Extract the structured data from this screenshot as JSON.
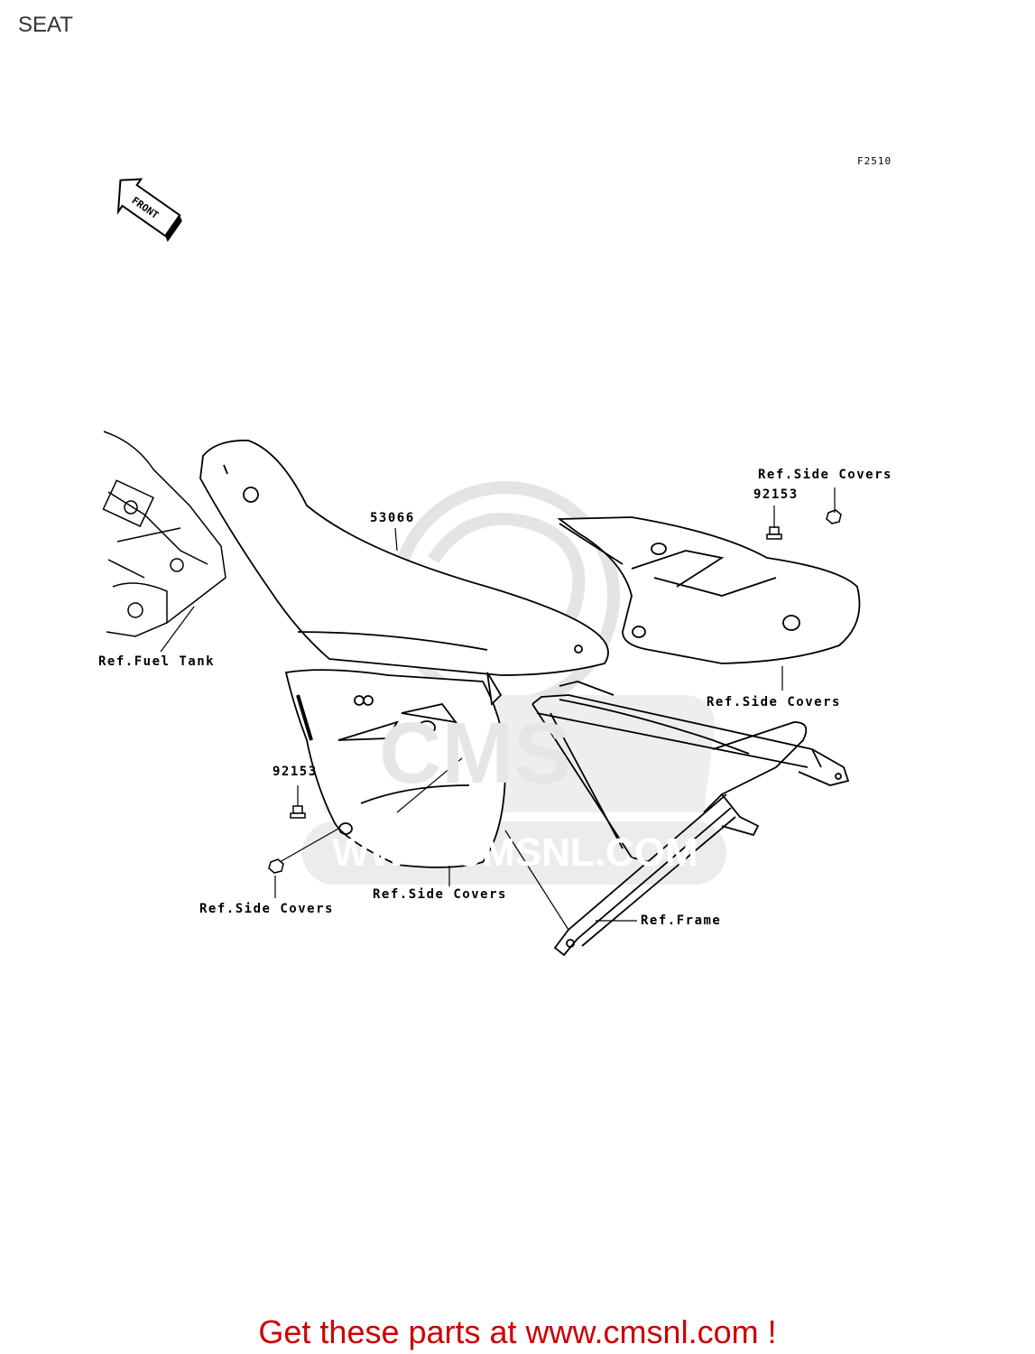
{
  "page": {
    "title": "SEAT",
    "diagram_code": "F2510"
  },
  "front_arrow": {
    "label": "FRONT"
  },
  "callouts": {
    "seat_part": "53066",
    "bolt_right": "92153",
    "bolt_left": "92153",
    "ref_side_covers_top": "Ref.Side Covers",
    "ref_side_covers_right": "Ref.Side Covers",
    "ref_side_covers_mid": "Ref.Side Covers",
    "ref_side_covers_left": "Ref.Side Covers",
    "ref_fuel_tank": "Ref.Fuel Tank",
    "ref_frame": "Ref.Frame"
  },
  "watermark": {
    "brand": "CMS",
    "url": "WWW.CMSNL.COM"
  },
  "footer": {
    "link_text": "Get these parts at www.cmsnl.com !"
  }
}
